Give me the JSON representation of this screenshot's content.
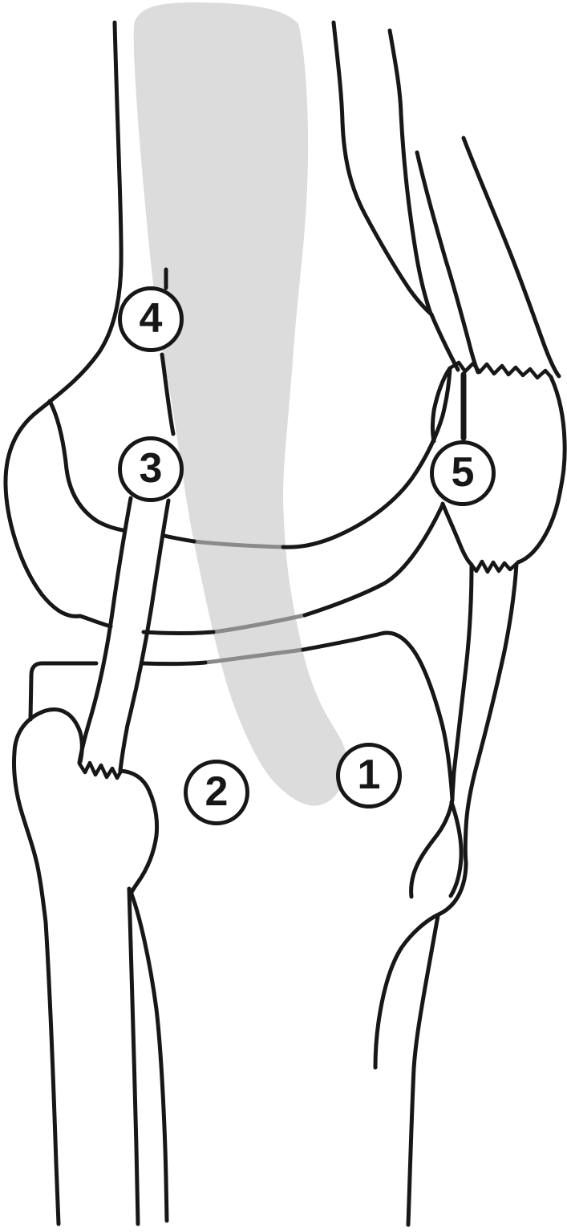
{
  "figure": {
    "description": "Black-and-white line drawing of a knee joint with a gray shaded band crossing the joint and five numbered circular markers",
    "background_color": "#ffffff",
    "ink_color": "#171717",
    "shaded_band_color": "#dcdcdc",
    "overlap_line_color": "#8a8a8a"
  },
  "markers": [
    {
      "label": "1"
    },
    {
      "label": "2"
    },
    {
      "label": "3"
    },
    {
      "label": "4"
    },
    {
      "label": "5"
    }
  ]
}
